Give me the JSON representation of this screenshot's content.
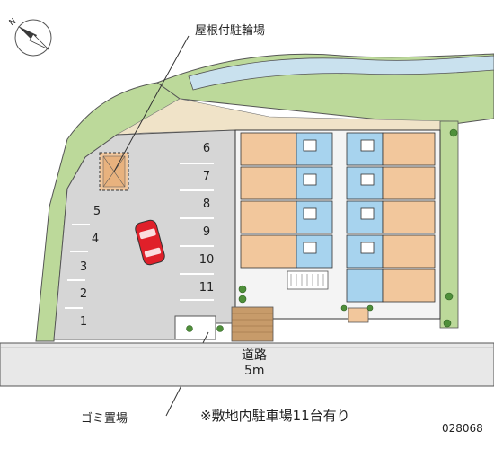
{
  "labels": {
    "bicycle_parking": "屋根付駐輪場",
    "garbage": "ゴミ置場",
    "road_name": "道路",
    "road_width": "5m",
    "note": "※敷地内駐車場11台有り",
    "code": "028068",
    "compass_letter": "N"
  },
  "parking_numbers_left": [
    "5",
    "4",
    "3",
    "2",
    "1"
  ],
  "parking_numbers_right": [
    "6",
    "7",
    "8",
    "9",
    "10",
    "11"
  ],
  "colors": {
    "river": "#c9e1ee",
    "embankment": "#bcd99a",
    "lot": "#d6d6d6",
    "sand": "#f0e3c8",
    "unit": "#f2c79c",
    "bath": "#a7d3ee",
    "road": "#e8e8e8",
    "car": "#e0202a"
  }
}
